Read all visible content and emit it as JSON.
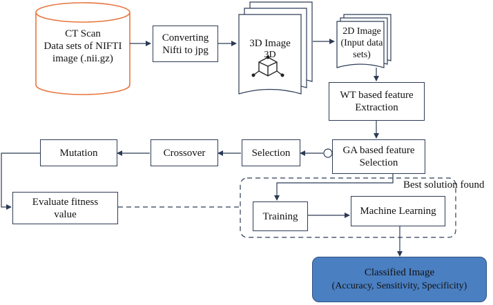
{
  "nodes": {
    "ct_scan": "CT Scan\nData sets of NIFTI\nimage (.nii.gz)",
    "converting": "Converting\nNifti to jpg",
    "image_3d": "3D Image",
    "image_3d_sub": "3D",
    "image_2d": "2D Image\n(Input data\nsets)",
    "wt": "WT based feature\nExtraction",
    "ga": "GA based feature\nSelection",
    "selection": "Selection",
    "crossover": "Crossover",
    "mutation": "Mutation",
    "evaluate": "Evaluate fitness\nvalue",
    "training": "Training",
    "ml": "Machine Learning",
    "best": "Best solution found",
    "classified_title": "Classified Image",
    "classified_sub": "(Accuracy, Sensitivity, Specificity)"
  },
  "colors": {
    "cylinder_stroke": "#e8743b",
    "line": "#2b3a55",
    "final_fill": "#4a7fc1"
  }
}
